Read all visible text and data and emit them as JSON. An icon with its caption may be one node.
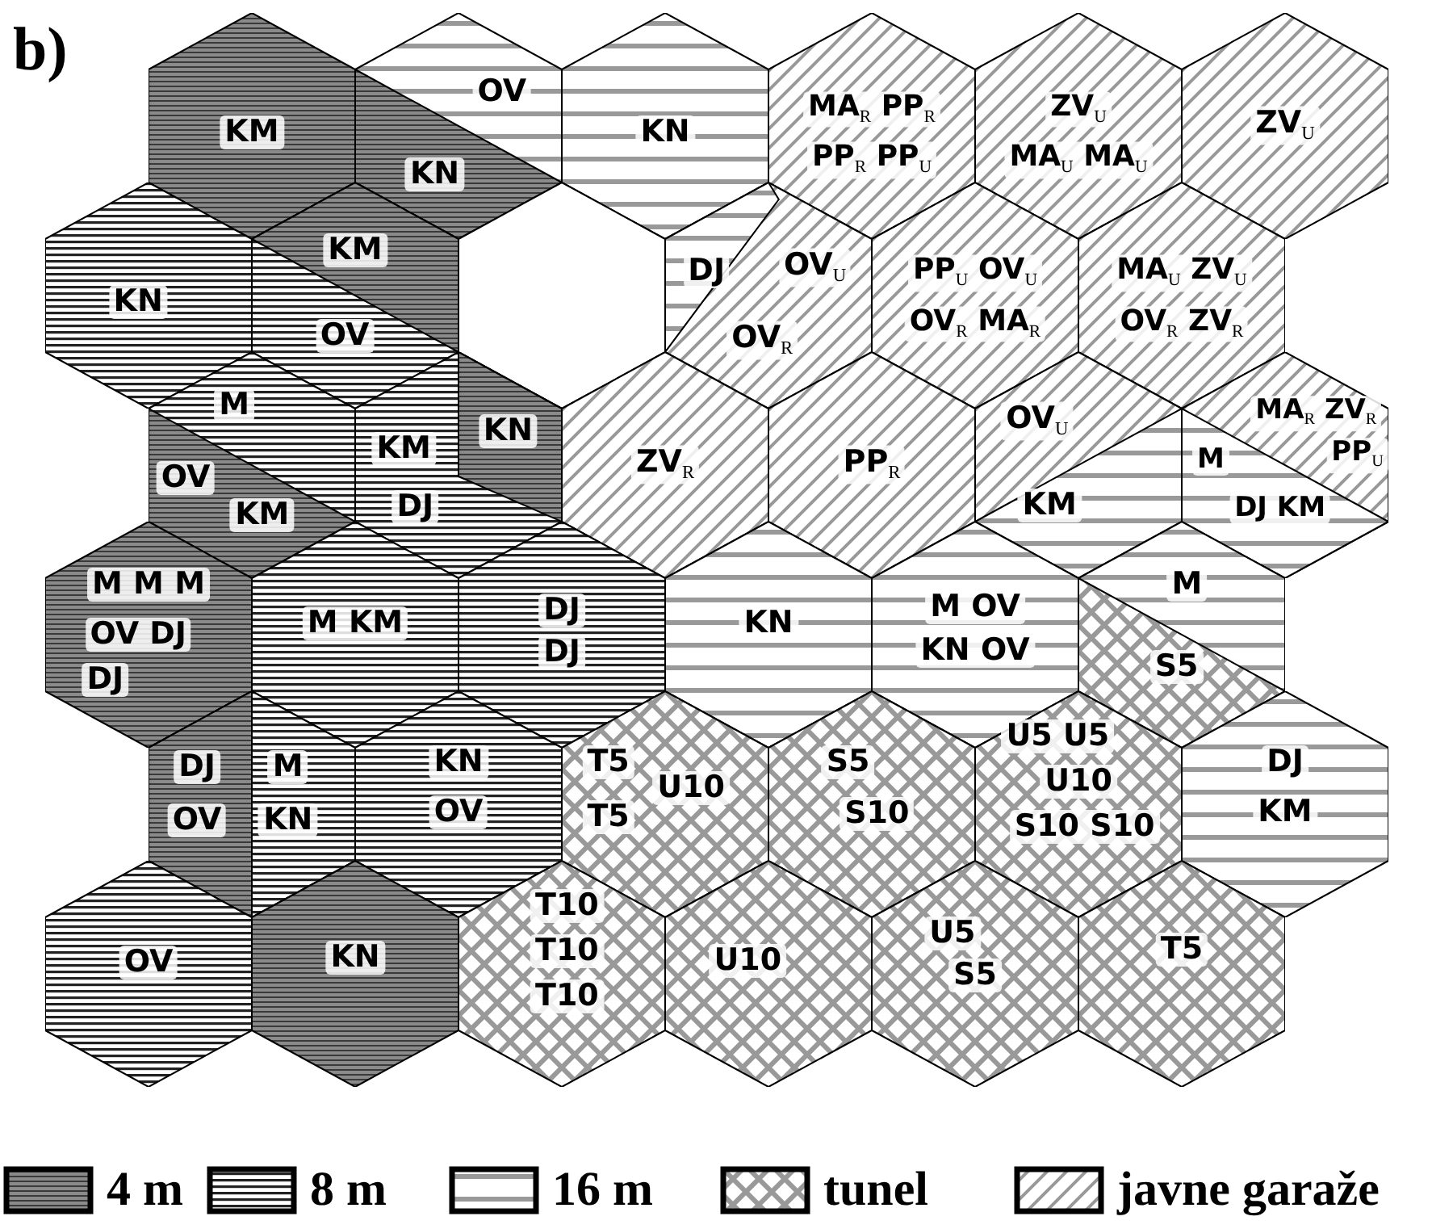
{
  "diagram": {
    "title": "b)",
    "nodes": [
      {
        "text": [
          "KM"
        ]
      },
      {
        "text": [
          "OV",
          "KN"
        ]
      },
      {
        "text": [
          "KN"
        ]
      },
      {
        "text": [
          "MA$_{R}$ PP$_{R}$",
          "PP$_{R}$ PP$_{U}$"
        ]
      },
      {
        "text": [
          "ZV$_{U}$",
          "MA$_{U}$ MA$_{U}$"
        ]
      },
      {
        "text": [
          "ZV$_{U}$"
        ]
      },
      {
        "text": [
          "KN"
        ]
      },
      {
        "text": [
          "KM",
          "OV"
        ]
      },
      {
        "text": [],
        "shape": "hexagon"
      },
      {
        "text": [
          "DJ",
          "OV$_{U}$",
          "OV$_{R}$"
        ]
      },
      {
        "text": [
          "PP$_{U}$ OV$_{U}$",
          "OV$_{R}$ MA$_{R}$"
        ]
      },
      {
        "text": [
          "MA$_{U}$ ZV$_{U}$",
          "OV$_{R}$ ZV$_{R}$"
        ]
      },
      {
        "text": [
          "M",
          "OV",
          "KM"
        ]
      },
      {
        "text": [
          "KM",
          "KN",
          "DJ"
        ]
      },
      {
        "text": [
          "ZV$_{R}$"
        ]
      },
      {
        "text": [
          "PP$_{R}$"
        ]
      },
      {
        "text": [
          "OV$_{U}$",
          "KM"
        ]
      },
      {
        "text": [
          "MA$_{R}$ ZV$_{R}$",
          "PP$_{U}$",
          "M",
          "DJ KM"
        ]
      },
      {
        "text": [
          "M M M",
          "OV DJ",
          "DJ"
        ]
      },
      {
        "text": [
          "M KM"
        ]
      },
      {
        "text": [
          "DJ",
          "DJ"
        ]
      },
      {
        "text": [
          "KN"
        ]
      },
      {
        "text": [
          "M OV",
          "KN OV"
        ]
      },
      {
        "text": [
          "M",
          "S5"
        ]
      },
      {
        "text": [
          "DJ",
          "M",
          "OV",
          "KN"
        ]
      },
      {
        "text": [
          "KN",
          "OV"
        ]
      },
      {
        "text": [
          "T5",
          "U10",
          "T5"
        ]
      },
      {
        "text": [
          "S5",
          "S10"
        ]
      },
      {
        "text": [
          "U5 U5",
          "U10",
          "S10 S10"
        ]
      },
      {
        "text": [
          "DJ",
          "KM"
        ]
      },
      {
        "text": [
          "OV"
        ]
      },
      {
        "text": [
          "KN"
        ]
      },
      {
        "text": [
          "T10",
          "T10",
          "T10"
        ]
      },
      {
        "text": [
          "U10"
        ]
      },
      {
        "text": [
          "U5",
          "S5"
        ]
      },
      {
        "text": [
          "T5"
        ]
      }
    ],
    "legend": [
      {
        "text": "4 m"
      },
      {
        "text": "8 m"
      },
      {
        "text": "16 m"
      },
      {
        "text": "tunel"
      },
      {
        "text": "javne garaže"
      }
    ]
  }
}
